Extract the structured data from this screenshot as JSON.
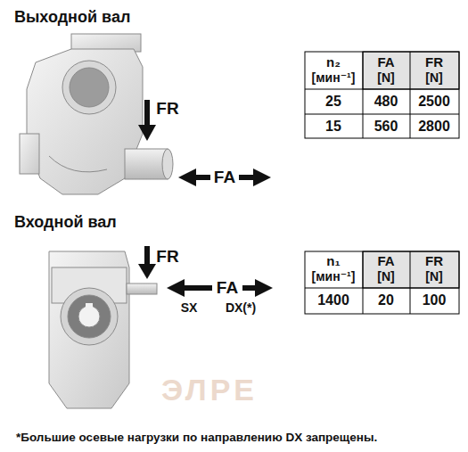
{
  "diagram": {
    "labels": [
      "Выходной вал",
      "FR",
      "FA",
      "n₂",
      "[мин⁻¹]",
      "FA",
      "[N]",
      "FR",
      "[N]",
      "25",
      "480",
      "2500",
      "15",
      "560",
      "2800",
      "Входной вал",
      "FR",
      "FA",
      "SX",
      "DX(*)",
      "n₁",
      "[мин⁻¹]",
      "FA",
      "[N]",
      "FR",
      "[N]",
      "1400",
      "20",
      "100",
      "*Большие осевые нагрузки по направлению DX запрещены.",
      "ЭЛРЕ"
    ]
  }
}
